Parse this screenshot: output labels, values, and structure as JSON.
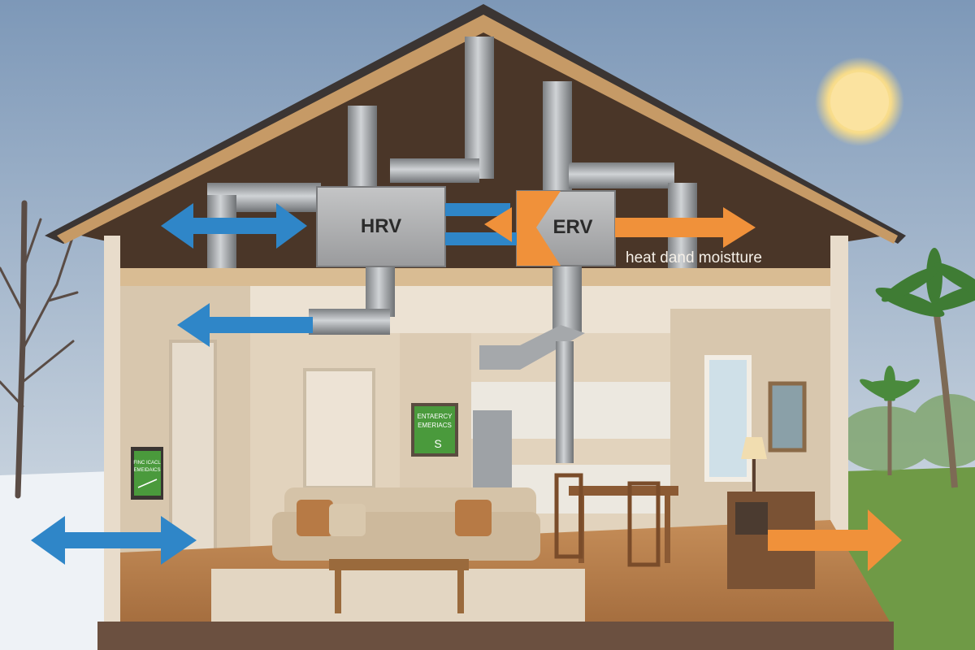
{
  "units": {
    "hrv_label": "HRV",
    "erv_label": "ERV",
    "erv_caption": "heat dand moistture"
  },
  "signs": {
    "center_sign": {
      "line1": "ENTAERCY",
      "line2": "EMERIACS",
      "letter": "S"
    },
    "left_sign": {
      "line1": "FINC ICACL",
      "line2": "EMEIDAICS"
    }
  },
  "colors": {
    "hrv_arrow": "#2f86c8",
    "erv_arrow": "#f0913a",
    "sign_green": "#4a9a3c",
    "sky_top": "#7d98b8",
    "sky_bottom": "#d9e2ea"
  }
}
